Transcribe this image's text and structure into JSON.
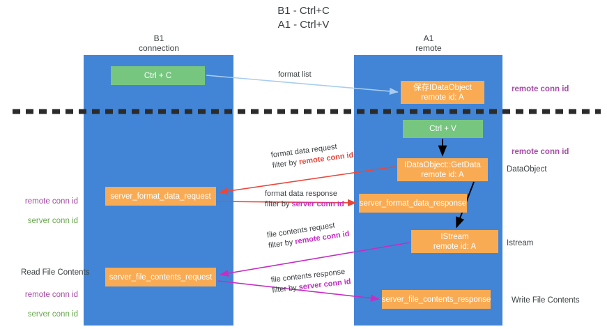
{
  "title": "B1 - Ctrl+C\nA1 - Ctrl+V",
  "columns": {
    "left": "B1\nconnection",
    "right": "A1\nremote"
  },
  "nodes": {
    "ctrl_c": "Ctrl + C",
    "data_object": "保存IDataObject\nremote id: A",
    "ctrl_v": "Ctrl + V",
    "getdata": "IDataObject::GetData\nremote id: A",
    "server_format_data_request": "server_format_data_request",
    "server_format_data_response": "server_format_data_response",
    "istream": "IStream\nremote id: A",
    "server_file_contents_request": "server_file_contents_request",
    "server_file_contents_response": "server_file_contents_response"
  },
  "edges": {
    "format_list": "format list",
    "format_data_request_line1": "format data request",
    "format_data_request_line2_prefix": "filter by ",
    "format_data_request_line2_key": "remote conn id",
    "format_data_response_line1": "format data response",
    "format_data_response_line2_prefix": "filter by ",
    "format_data_response_line2_key": "server conn id",
    "file_contents_request_line1": "file contents request",
    "file_contents_request_line2_prefix": "filter by ",
    "file_contents_request_line2_key": "remote conn id",
    "file_contents_response_line1": "file contents response",
    "file_contents_response_line2_prefix": "filter by ",
    "file_contents_response_line2_key": "server conn id"
  },
  "annotations": {
    "right_remote_conn_id_top": "remote conn id",
    "right_remote_conn_id_mid": "remote conn id",
    "right_dataobject": "DataObject",
    "right_istream": "Istream",
    "right_write_file_contents": "Write File Contents",
    "left_remote_conn_id": "remote conn id",
    "left_server_conn_id": "server conn id",
    "left_read_file_contents": "Read File Contents",
    "left_remote_conn_id_2": "remote conn id",
    "left_server_conn_id_2": "server conn id"
  },
  "colors": {
    "lane": "#4285d6",
    "node_green": "#77c680",
    "node_orange": "#f9ab54",
    "purple": "#a64ca6",
    "green_text": "#6aa84f",
    "red_arrow": "#e8483c",
    "magenta_arrow": "#c32ec3",
    "light_blue_arrow": "#a8cdf0",
    "divider": "#2b2b2b"
  }
}
